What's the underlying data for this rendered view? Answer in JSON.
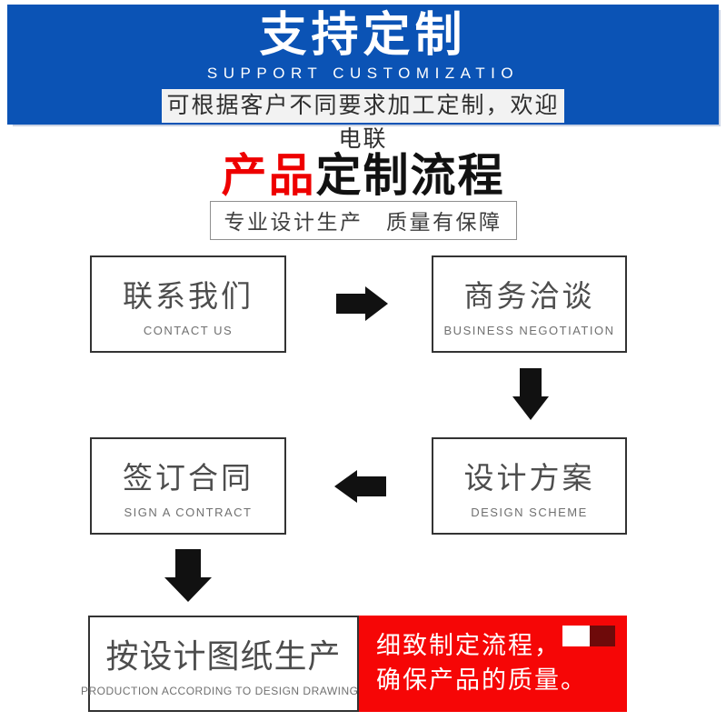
{
  "banner": {
    "title": "支持定制",
    "subtitle": "SUPPORT CUSTOMIZATIO",
    "strip_text": "可根据客户不同要求加工定制，欢迎电联",
    "bg_color": "#0b53b5",
    "strip_bg_color": "#f2f2f2"
  },
  "section": {
    "title_highlight": "产品",
    "title_rest": "定制流程",
    "highlight_color": "#ee0000",
    "title_color": "#111111",
    "tagline": "专业设计生产　质量有保障"
  },
  "flow": {
    "arrow_color": "#111111",
    "box_border_color": "#333333",
    "steps": [
      {
        "zh": "联系我们",
        "en": "CONTACT US"
      },
      {
        "zh": "商务洽谈",
        "en": "BUSINESS NEGOTIATION"
      },
      {
        "zh": "设计方案",
        "en": "DESIGN SCHEME"
      },
      {
        "zh": "签订合同",
        "en": "SIGN A CONTRACT"
      },
      {
        "zh": "按设计图纸生产",
        "en": "PRODUCTION ACCORDING TO DESIGN DRAWINGS"
      }
    ],
    "note": {
      "line1": "细致制定流程，",
      "line2": "确保产品的质量。",
      "bg_color": "#f60606",
      "text_color": "#ffffff",
      "square_colors": [
        "#ffffff",
        "#6e0a0a"
      ]
    }
  }
}
